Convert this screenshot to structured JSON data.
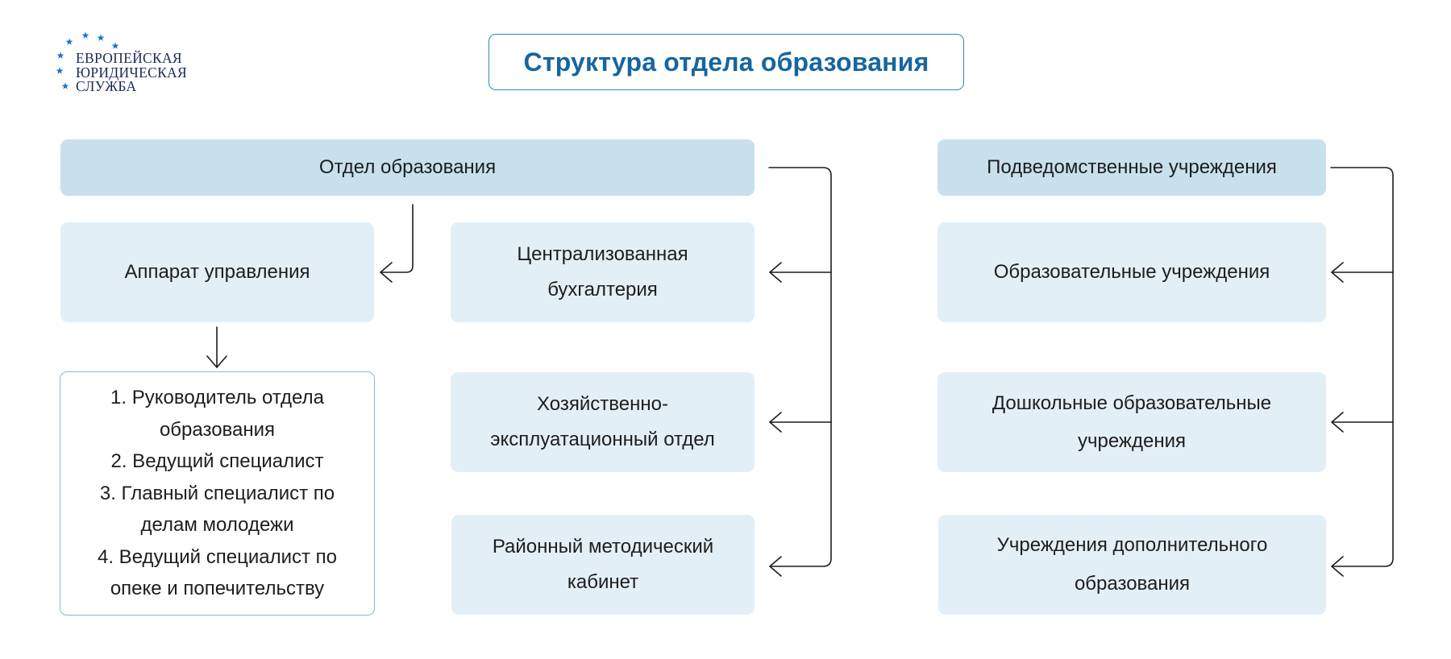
{
  "logo": {
    "lines": [
      "ЕВРОПЕЙСКАЯ",
      "ЮРИДИЧЕСКАЯ",
      "СЛУЖБА"
    ],
    "star_color": "#1e73d0"
  },
  "title": "Структура отдела образования",
  "left": {
    "root": "Отдел образования",
    "apparatus": "Аппарат управления",
    "staff_list": "1. Руководитель отдела образования\n2. Ведущий специалист\n3. Главный специалист по делам молодежи\n4. Ведущий специалист по опеке и попечительству",
    "units": [
      "Централизованная бухгалтерия",
      "Хозяйственно-эксплуатационный отдел",
      "Районный методический кабинет"
    ]
  },
  "right": {
    "root": "Подведомственные учреждения",
    "units": [
      "Образовательные учреждения",
      "Дошкольные образовательные учреждения",
      "Учреждения дополнительного образования"
    ]
  },
  "colors": {
    "header_box": "#c7e0ec",
    "item_box": "#e3eff7",
    "title_text": "#1566a0",
    "title_border": "#2a8cb8",
    "outline_border": "#7fbad4",
    "connector": "#1d1d1d"
  }
}
